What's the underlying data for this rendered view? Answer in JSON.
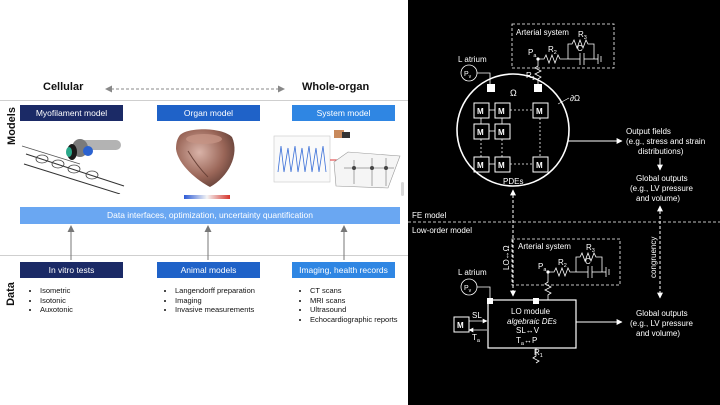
{
  "left": {
    "scale": {
      "from": "Cellular",
      "to": "Whole-organ"
    },
    "row_labels": {
      "models": "Models",
      "data": "Data"
    },
    "models": [
      {
        "title": "Myofilament model"
      },
      {
        "title": "Organ model"
      },
      {
        "title": "System model"
      }
    ],
    "band_label": "Data interfaces, optimization, uncertainty quantification",
    "data_cols": [
      {
        "title": "In vitro tests",
        "items": [
          "Isometric",
          "Isotonic",
          "Auxotonic"
        ]
      },
      {
        "title": "Animal models",
        "items": [
          "Langendorff preparation",
          "Imaging",
          "Invasive measurements"
        ]
      },
      {
        "title": "Imaging, health records",
        "items": [
          "CT scans",
          "MRI scans",
          "Ultrasound",
          "Echocardiographic reports"
        ]
      }
    ]
  },
  "right": {
    "fe": {
      "l_atrium": "L atrium",
      "pv": "P",
      "pv_sub": "v",
      "arterial_system": "Arterial system",
      "p": "P",
      "p_sub": "a",
      "r1": "R",
      "r1_sub": "1",
      "r2": "R",
      "r2_sub": "2",
      "r3": "R",
      "r3_sub": "3",
      "c": "C",
      "omega": "Ω",
      "domain_boundary": "∂Ω",
      "m": "M",
      "pdes": "PDEs",
      "output_fields": [
        "Output fields",
        "(e.g., stress and strain",
        "distributions)"
      ],
      "global_outputs": [
        "Global outputs",
        "(e.g., LV pressure",
        "and volume)"
      ]
    },
    "fe_model_label": "FE model",
    "low_order_label": "Low-order model",
    "lo_fe_link": "LO↔Ω",
    "congruency": "congruency",
    "lo": {
      "l_atrium": "L atrium",
      "pv": "P",
      "pv_sub": "v",
      "arterial_system": "Arterial system",
      "p": "P",
      "p_sub": "a",
      "r1": "R",
      "r1_sub": "1",
      "r2": "R",
      "r2_sub": "2",
      "r3": "R",
      "r3_sub": "3",
      "c": "C",
      "module_title": "LO module",
      "module_subtitle": "algebraic DEs",
      "sl_v": "SL↔V",
      "ta_p": "T",
      "ta_sub": "a",
      "ta_p_rest": "↔P",
      "m": "M",
      "sl": "SL",
      "ta": "T",
      "ta_sub2": "a",
      "global_outputs": [
        "Global outputs",
        "(e.g., LV pressure",
        "and volume)"
      ]
    }
  }
}
